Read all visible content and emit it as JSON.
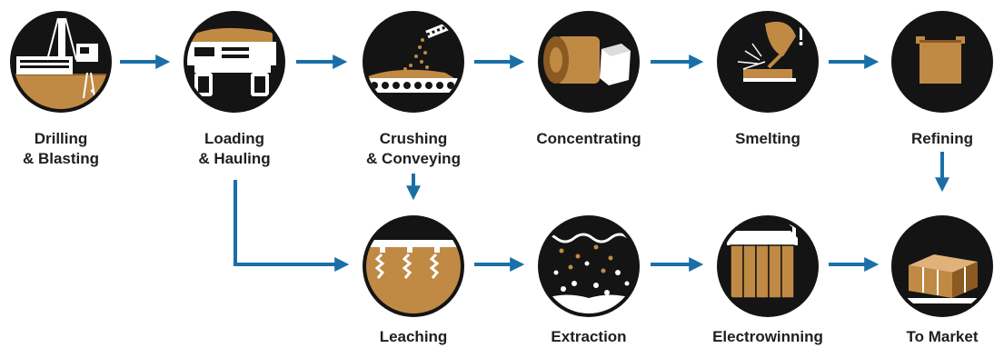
{
  "colors": {
    "arrow": "#1a6fa8",
    "circle": "#141414",
    "ore": "#c08a45",
    "ore_dark": "#8a5a22",
    "white": "#ffffff",
    "label": "#1e1e1e"
  },
  "stages": {
    "drilling": {
      "label_line1": "Drilling",
      "label_line2": "& Blasting",
      "icon": "drill-rig-icon"
    },
    "loading": {
      "label_line1": "Loading",
      "label_line2": "& Hauling",
      "icon": "haul-truck-icon"
    },
    "crushing": {
      "label_line1": "Crushing",
      "label_line2": "& Conveying",
      "icon": "conveyor-icon"
    },
    "concentrating": {
      "label_line1": "Concentrating",
      "icon": "ball-mill-icon"
    },
    "smelting": {
      "label_line1": "Smelting",
      "icon": "ladle-pour-icon"
    },
    "refining": {
      "label_line1": "Refining",
      "icon": "anode-plate-icon"
    },
    "leaching": {
      "label_line1": "Leaching",
      "icon": "leach-pad-icon"
    },
    "extraction": {
      "label_line1": "Extraction",
      "icon": "solvent-extraction-icon"
    },
    "electrowinning": {
      "label_line1": "Electrowinning",
      "icon": "cathode-tank-icon"
    },
    "market": {
      "label_line1": "To Market",
      "icon": "cathode-bundle-icon"
    }
  }
}
